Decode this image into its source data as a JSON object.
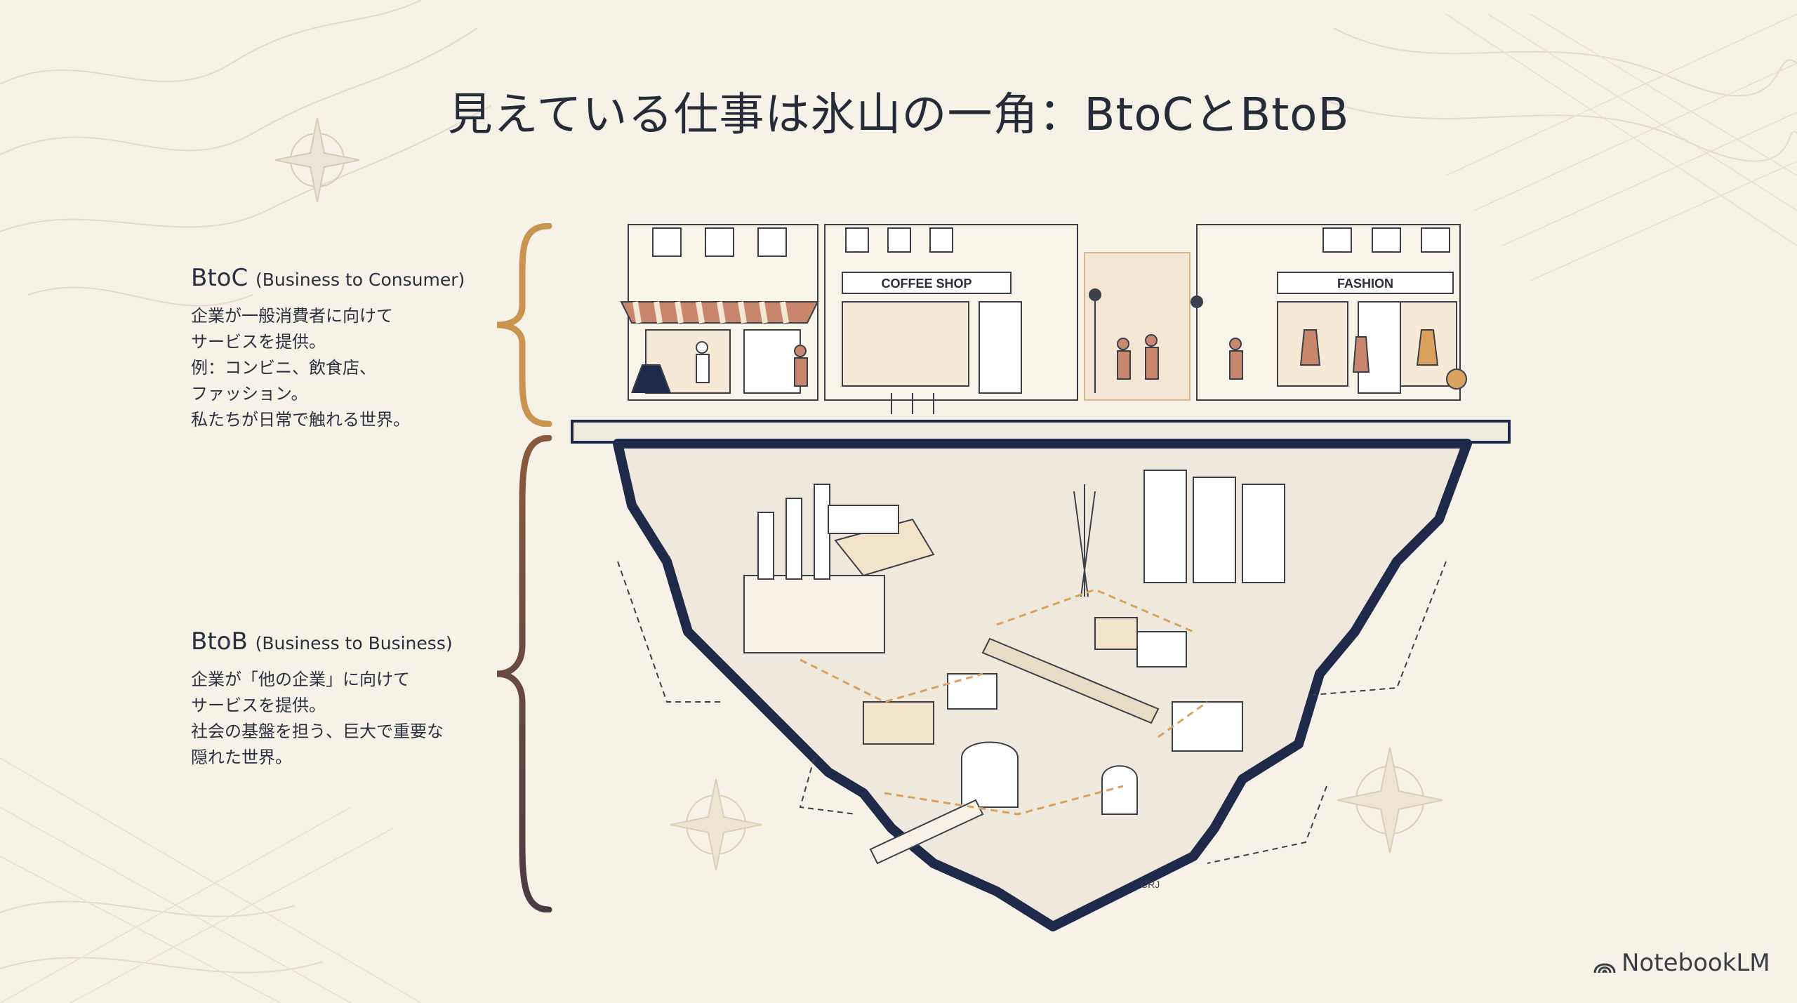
{
  "title": "見えている仕事は氷山の一角：BtoCとBtoB",
  "btoc": {
    "heading": "BtoC",
    "heading_sub": "(Business to Consumer)",
    "lines": [
      "企業が一般消費者に向けて",
      "サービスを提供。",
      "例：コンビニ、飲食店、",
      "ファッション。",
      "私たちが日常で触れる世界。"
    ]
  },
  "btob": {
    "heading": "BtoB",
    "heading_sub": "(Business to Business)",
    "lines": [
      "企業が「他の企業」に向けて",
      "サービスを提供。",
      "社会の基盤を担う、巨大で重要な",
      "隠れた世界。"
    ]
  },
  "illustration": {
    "signs": {
      "coffee": "COFFEE SHOP",
      "fashion": "FASHION",
      "mark": "CRJ"
    }
  },
  "brand": "NotebookLM",
  "colors": {
    "background": "#f6f2e8",
    "btoc_brace": "#c9954e",
    "btob_brace_top": "#8b5a3c",
    "btob_brace_bottom": "#4a3a44",
    "navy": "#1f2a4a",
    "sepia": "#d9a25e"
  }
}
